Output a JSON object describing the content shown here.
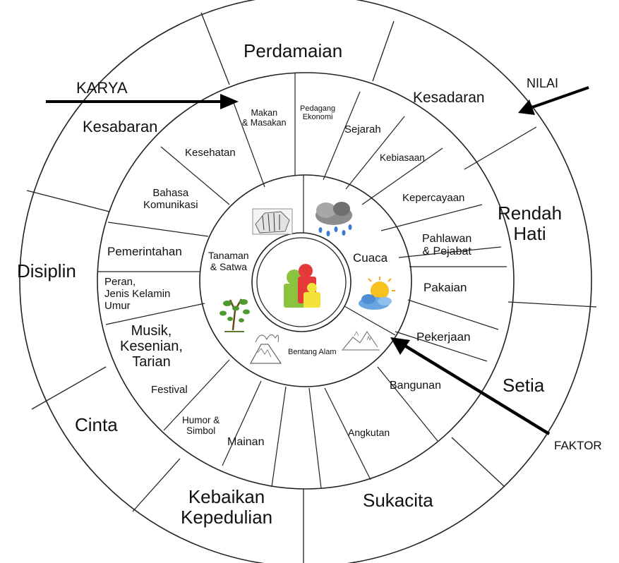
{
  "annotations": {
    "karya": "KARYA",
    "nilai": "NILAI",
    "faktor": "FAKTOR"
  },
  "values": {
    "perdamaian": "Perdamaian",
    "kesadaran": "Kesadaran",
    "rendah_hati": "Rendah\nHati",
    "setia": "Setia",
    "sukacita": "Sukacita",
    "kebaikan_kepedulian": "Kebaikan\nKepedulian",
    "cinta": "Cinta",
    "disiplin": "Disiplin",
    "kesabaran": "Kesabaran"
  },
  "works": {
    "pedagang_ekonomi": "Pedagang\nEkonomi",
    "sejarah": "Sejarah",
    "kebiasaan": "Kebiasaan",
    "kepercayaan": "Kepercayaan",
    "pahlawan_pejabat": "Pahlawan\n& Pejabat",
    "pakaian": "Pakaian",
    "pekerjaan": "Pekerjaan",
    "bangunan": "Bangunan",
    "angkutan": "Angkutan",
    "mainan": "Mainan",
    "humor_simbol": "Humor &\nSimbol",
    "festival": "Festival",
    "musik": "Musik,\nKesenian,\nTarian",
    "peran": "Peran,\nJenis Kelamin\nUmur",
    "pemerintahan": "Pemerintahan",
    "bahasa": "Bahasa\nKomunikasi",
    "kesehatan": "Kesehatan",
    "makan": "Makan\n& Masakan"
  },
  "factors": {
    "tanaman_satwa": "Tanaman\n& Satwa",
    "cuaca": "Cuaca",
    "bentang_alam": "Bentang Alam"
  },
  "icons": [
    "tiger-icon",
    "rain-cloud-icon",
    "sun-cloud-icon",
    "tree-icon",
    "volcano-icon",
    "landscape-icon",
    "people-icon"
  ]
}
